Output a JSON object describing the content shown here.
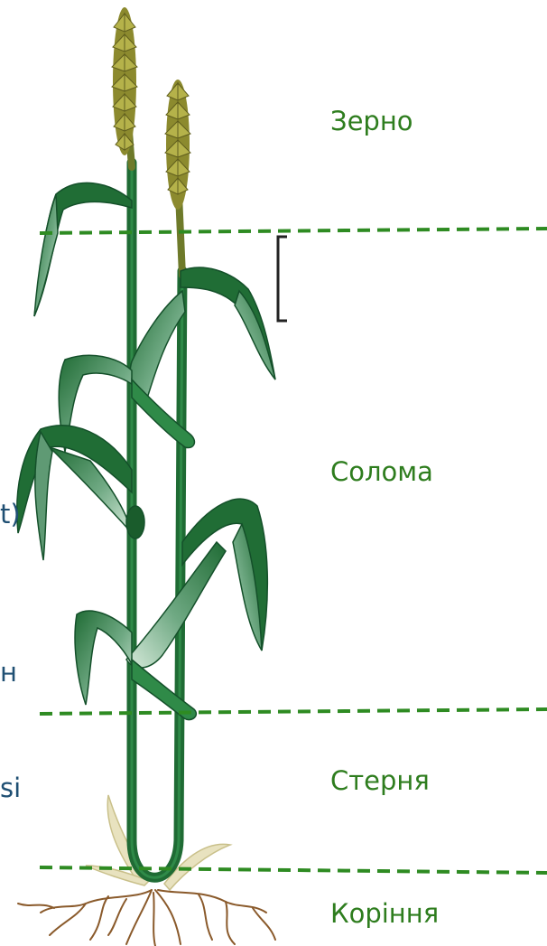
{
  "zones": {
    "grain": "Зерно",
    "straw": "Солома",
    "stubble": "Стерня",
    "roots": "Коріння"
  },
  "clipped_text": {
    "line1": "t)",
    "line2": "н",
    "line3": "si"
  },
  "colors": {
    "zone_label": "#2e7d1e",
    "divider": "#2e8b22",
    "clipped_text": "#1f4f73",
    "stem": "#1f6b34",
    "leaf_dark": "#206d35",
    "leaf_light": "#9ec8a8",
    "ear": "#8c8a2e",
    "root": "#8a5a2b"
  }
}
